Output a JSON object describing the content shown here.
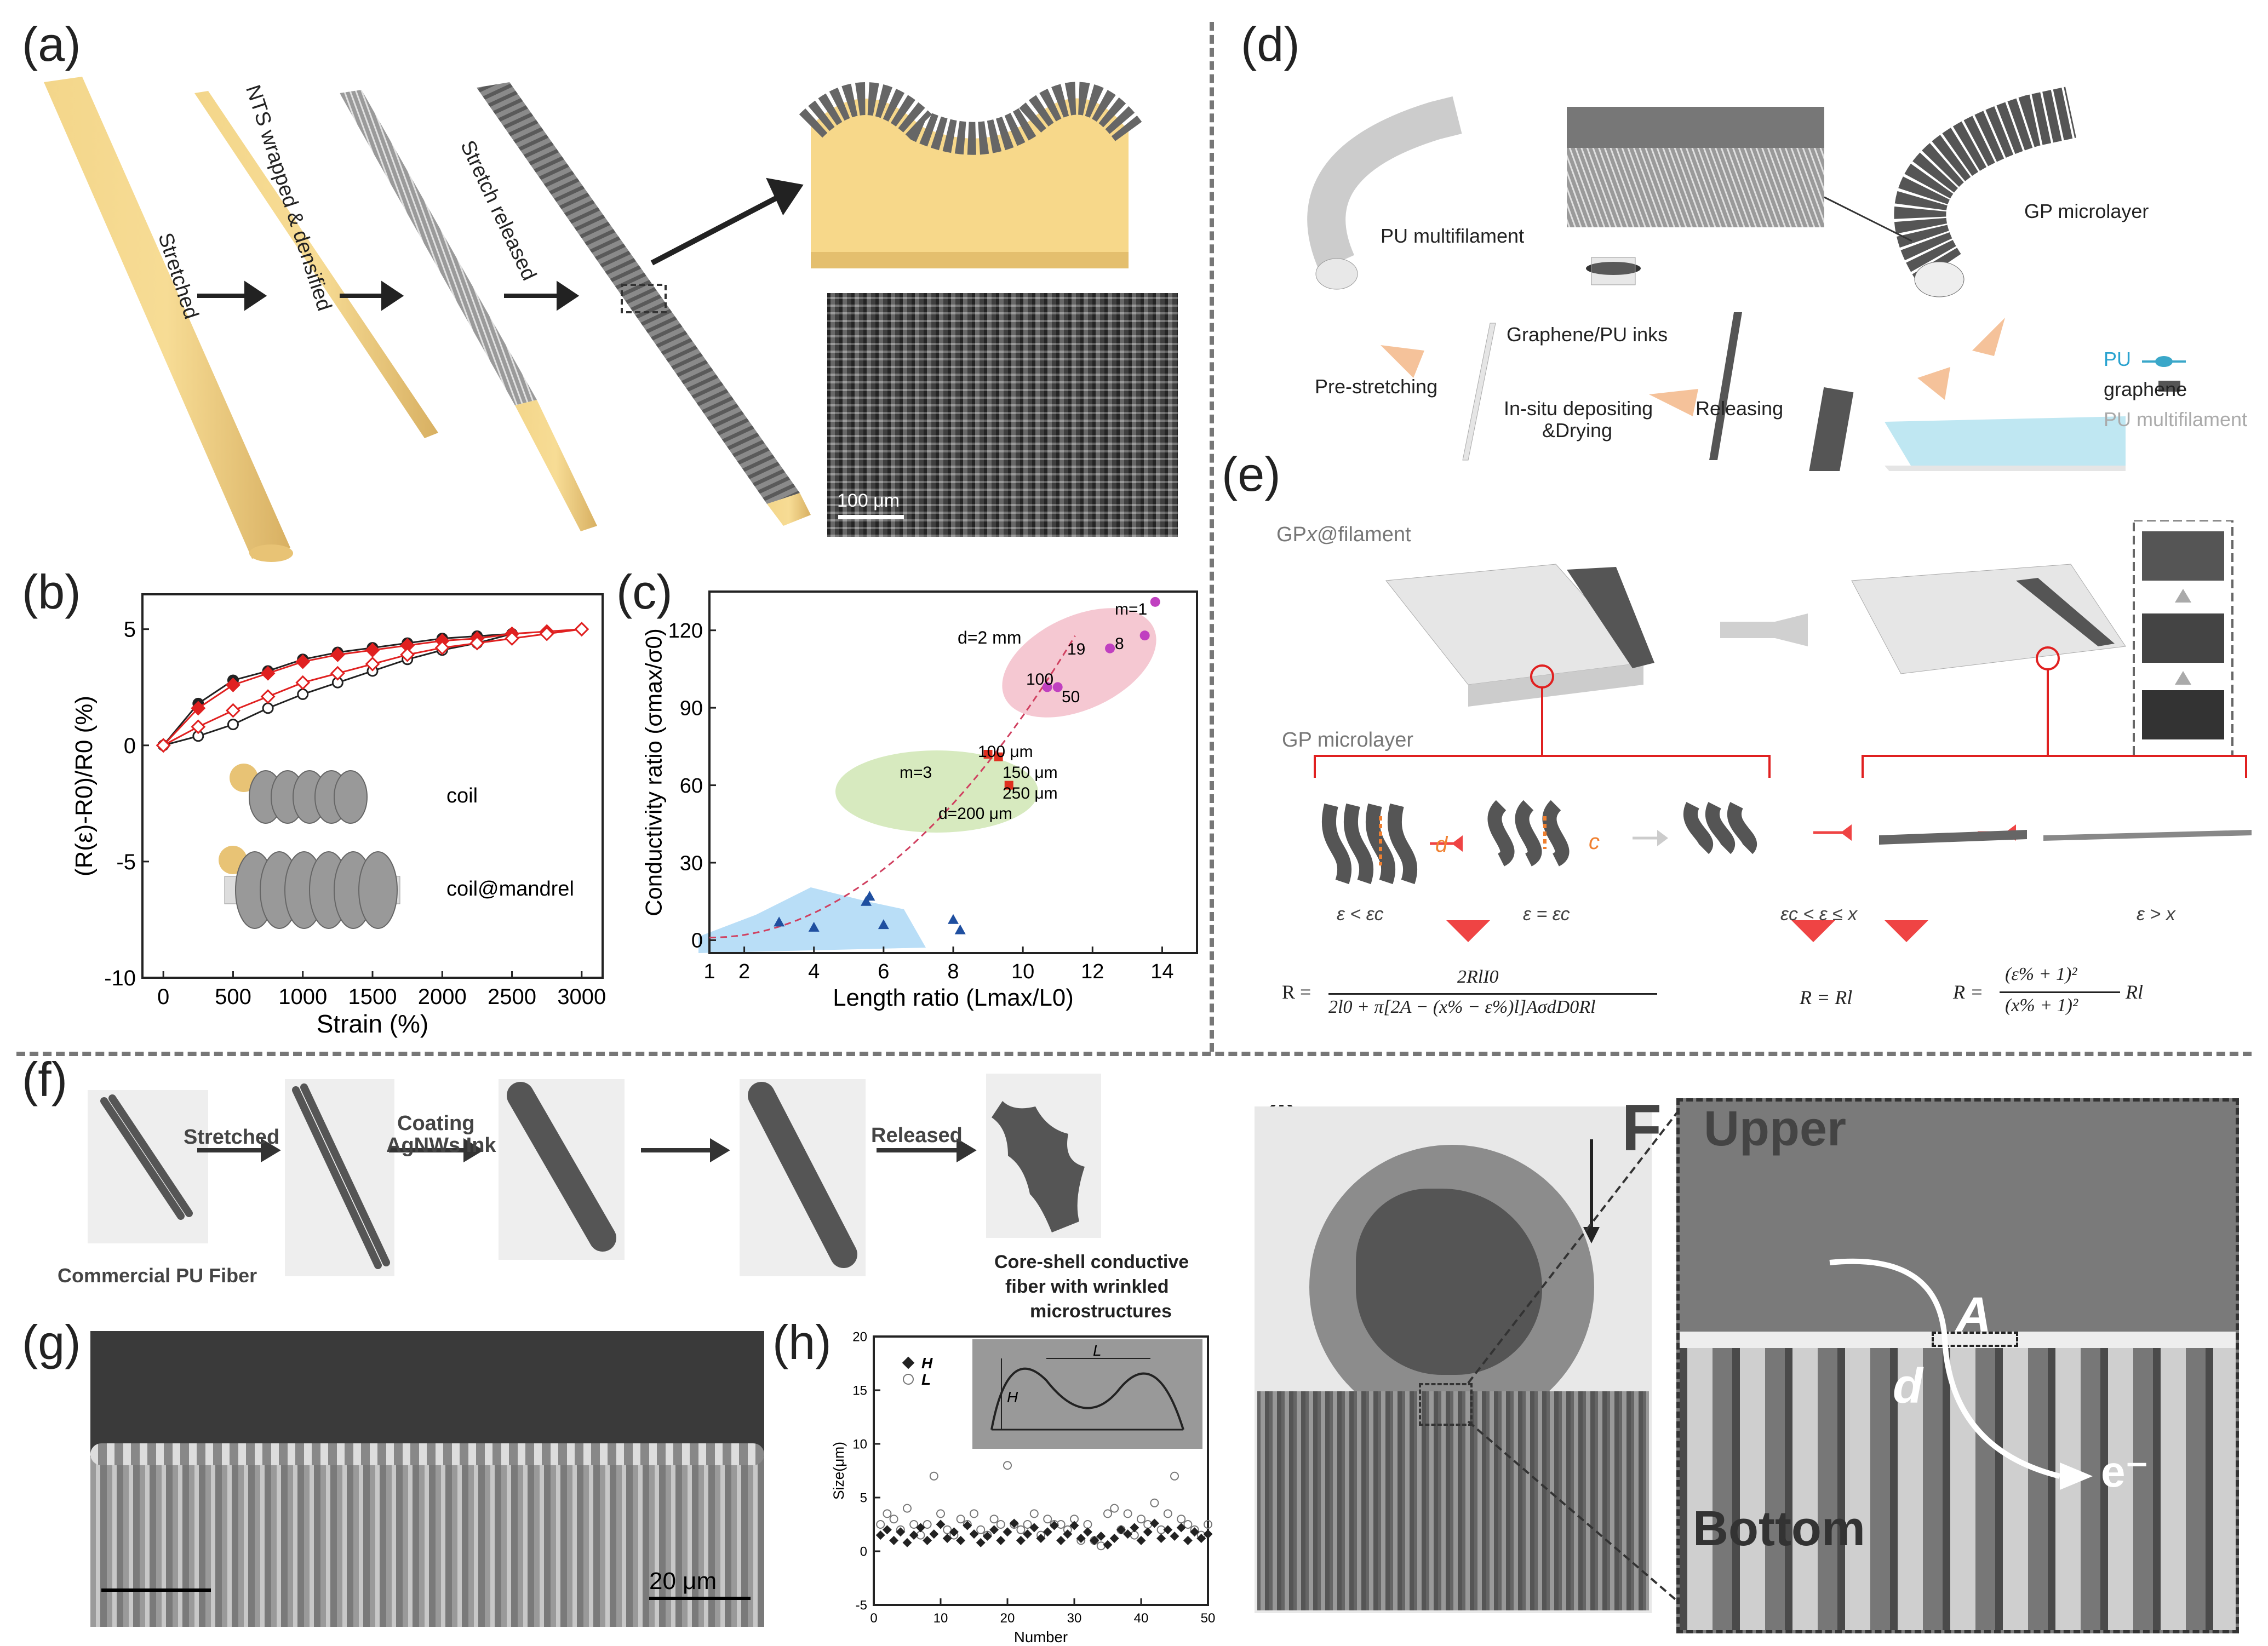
{
  "panels": {
    "a": {
      "label": "(a)",
      "steps": [
        "Stretched",
        "NTS wrapped & densified",
        "Stretch released"
      ],
      "scale": "100 μm"
    },
    "b": {
      "label": "(b)",
      "legend": [
        "coil",
        "coil@mandrel"
      ]
    },
    "c": {
      "label": "(c)",
      "annotations": [
        "d=2 mm",
        "m=1",
        "8",
        "19",
        "100",
        "50",
        "m=3",
        "100 μm",
        "150 μm",
        "250 μm",
        "d=200 μm"
      ]
    },
    "d": {
      "label": "(d)",
      "labels": {
        "pu_multifilament": "PU multifilament",
        "gp_microlayer": "GP microlayer",
        "graphene_pu_inks": "Graphene/PU inks",
        "pre_stretching": "Pre-stretching",
        "in_situ": "In-situ depositing",
        "drying": "&Drying",
        "releasing": "Releasing",
        "legend_pu": "PU",
        "legend_graphene": "graphene",
        "legend_pu_multifilament": "PU multifilament"
      }
    },
    "e": {
      "label": "(e)",
      "labels": {
        "gpx_prefix": "GP",
        "gpx_italic": "x",
        "gpx_suffix": "@filament",
        "gp_microlayer": "GP microlayer",
        "d": "d",
        "c": "c"
      },
      "conditions": [
        "ε < εc",
        "ε = εc",
        "εc < ε ≤ x",
        "ε > x"
      ],
      "equations": {
        "eq1_lhs": "R =",
        "eq1_num": "2RlI0",
        "eq1_den": "2l0 + π[2A − (x% − ε%)l]AσdD0Rl",
        "eq2": "R = Rl",
        "eq3_lhs": "R =",
        "eq3_num": "(ε% + 1)²",
        "eq3_den": "(x% + 1)²",
        "eq3_rhs": "Rl"
      }
    },
    "f": {
      "label": "(f)",
      "labels": {
        "stretched": "Stretched",
        "coating1": "Coating",
        "coating2": "AgNWs Ink",
        "released": "Released",
        "commercial": "Commercial PU Fiber",
        "core1": "Core-shell conductive",
        "core2": "fiber with wrinkled",
        "core3": "microstructures"
      }
    },
    "g": {
      "label": "(g)",
      "scale": "20 μm"
    },
    "h": {
      "label": "(h)",
      "legend": {
        "H": "H",
        "L": "L"
      },
      "inset": {
        "H": "H",
        "L": "L"
      }
    },
    "i": {
      "label": "(i)",
      "labels": {
        "F": "F",
        "upper": "Upper",
        "bottom": "Bottom",
        "A": "A",
        "d": "d",
        "e": "e⁻"
      }
    }
  },
  "chart_data": [
    {
      "panel": "b",
      "type": "line",
      "xlabel": "Strain (%)",
      "ylabel": "(R(ε)-R0)/R0 (%)",
      "xlim": [
        -150,
        3150
      ],
      "ylim": [
        -10,
        6.5
      ],
      "xticks": [
        0,
        500,
        1000,
        1500,
        2000,
        2500,
        3000
      ],
      "yticks": [
        -10,
        -5,
        0,
        5
      ],
      "series": [
        {
          "style": "black-filled",
          "x": [
            0,
            250,
            500,
            750,
            1000,
            1250,
            1500,
            1750,
            2000,
            2250,
            2500
          ],
          "y": [
            0,
            1.8,
            2.8,
            3.2,
            3.7,
            4.0,
            4.2,
            4.4,
            4.6,
            4.7,
            4.8
          ]
        },
        {
          "style": "black-open",
          "x": [
            0,
            250,
            500,
            750,
            1000,
            1250,
            1500,
            1750,
            2000,
            2250,
            2500
          ],
          "y": [
            0,
            0.4,
            0.9,
            1.6,
            2.2,
            2.7,
            3.2,
            3.7,
            4.1,
            4.4,
            4.8
          ]
        },
        {
          "style": "red-filled",
          "x": [
            0,
            250,
            500,
            750,
            1000,
            1250,
            1500,
            1750,
            2000,
            2250,
            2500,
            2750,
            3000
          ],
          "y": [
            0,
            1.6,
            2.6,
            3.1,
            3.6,
            3.9,
            4.1,
            4.3,
            4.5,
            4.6,
            4.8,
            4.9,
            5.0
          ]
        },
        {
          "style": "red-open",
          "x": [
            0,
            250,
            500,
            750,
            1000,
            1250,
            1500,
            1750,
            2000,
            2250,
            2500,
            2750,
            3000
          ],
          "y": [
            0,
            0.8,
            1.5,
            2.1,
            2.7,
            3.1,
            3.5,
            3.9,
            4.2,
            4.4,
            4.6,
            4.8,
            5.0
          ]
        }
      ]
    },
    {
      "panel": "c",
      "type": "scatter",
      "xlabel": "Length ratio (Lmax/L0)",
      "ylabel": "Conductivity ratio (σmax/σ0)",
      "xlim": [
        1,
        15
      ],
      "ylim": [
        -5,
        135
      ],
      "xticks": [
        1,
        2,
        4,
        6,
        8,
        10,
        12,
        14
      ],
      "yticks": [
        0,
        30,
        60,
        90,
        120
      ],
      "series": [
        {
          "style": "blue",
          "x": [
            3,
            4,
            5.5,
            5.6,
            6,
            8,
            8.2
          ],
          "y": [
            7,
            5,
            15,
            17,
            6,
            8,
            4
          ]
        },
        {
          "style": "red-square",
          "x": [
            9,
            9.3,
            9.6
          ],
          "y": [
            72,
            71,
            60
          ]
        },
        {
          "style": "pink",
          "x": [
            10.7,
            11,
            12.5,
            13.5,
            13.8
          ],
          "y": [
            98,
            98,
            113,
            118,
            131
          ]
        }
      ]
    },
    {
      "panel": "h",
      "type": "scatter",
      "xlabel": "Number",
      "ylabel": "Size(μm)",
      "xlim": [
        0,
        50
      ],
      "ylim": [
        -5,
        20
      ],
      "xticks": [
        0,
        10,
        20,
        30,
        40,
        50
      ],
      "yticks": [
        -5,
        0,
        5,
        10,
        15,
        20
      ],
      "series": [
        {
          "name": "H",
          "x": [
            1,
            2,
            3,
            4,
            5,
            6,
            7,
            8,
            9,
            10,
            11,
            12,
            13,
            14,
            15,
            16,
            17,
            18,
            19,
            20,
            21,
            22,
            23,
            24,
            25,
            26,
            27,
            28,
            29,
            30,
            31,
            32,
            33,
            34,
            35,
            36,
            37,
            38,
            39,
            40,
            41,
            42,
            43,
            44,
            45,
            46,
            47,
            48,
            49,
            50
          ],
          "y": [
            1.5,
            2,
            1,
            1.8,
            0.8,
            1.5,
            2.2,
            1,
            1.6,
            2.5,
            1.2,
            1.8,
            1,
            2.4,
            1.6,
            0.8,
            1.4,
            2,
            1,
            1.8,
            2.6,
            1,
            1.6,
            2.2,
            1.2,
            1.8,
            2.4,
            1,
            1.6,
            2.4,
            1.2,
            1.8,
            1,
            1.4,
            0.6,
            1.2,
            2,
            1.6,
            2.2,
            1,
            1.8,
            2.6,
            1.2,
            2,
            1.4,
            2.2,
            1,
            1.8,
            1.2,
            1.6
          ]
        },
        {
          "name": "L",
          "x": [
            1,
            2,
            3,
            4,
            5,
            6,
            7,
            8,
            9,
            10,
            11,
            12,
            13,
            14,
            15,
            16,
            17,
            18,
            19,
            20,
            21,
            22,
            23,
            24,
            25,
            26,
            27,
            28,
            29,
            30,
            31,
            32,
            33,
            34,
            35,
            36,
            37,
            38,
            39,
            40,
            41,
            42,
            43,
            44,
            45,
            46,
            47,
            48,
            49,
            50
          ],
          "y": [
            2.5,
            3.5,
            3,
            2,
            4,
            2.5,
            1.5,
            2.5,
            7,
            3.5,
            2,
            1.5,
            3,
            2.5,
            3.5,
            2,
            1.5,
            3,
            2.5,
            8,
            2.5,
            2,
            2.5,
            3.5,
            1.5,
            3,
            2.5,
            2.5,
            2,
            3,
            1,
            2.5,
            1,
            0.5,
            3.5,
            4,
            2,
            3.5,
            1.5,
            3,
            2.5,
            4.5,
            2,
            3.5,
            7,
            3,
            2.5,
            2,
            1.5,
            2.5
          ]
        }
      ]
    }
  ]
}
